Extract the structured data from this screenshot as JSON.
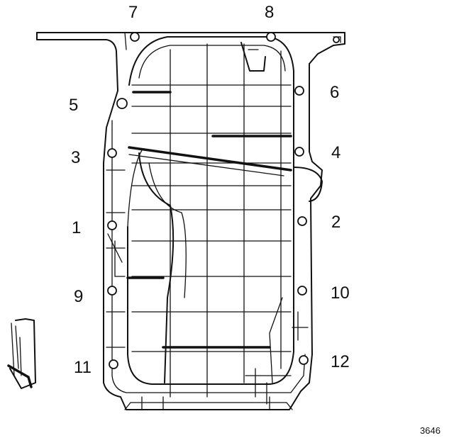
{
  "callouts": {
    "c1": "1",
    "c2": "2",
    "c3": "3",
    "c4": "4",
    "c5": "5",
    "c6": "6",
    "c7": "7",
    "c8": "8",
    "c9": "9",
    "c10": "10",
    "c11": "11",
    "c12": "12"
  },
  "reference_number": "3646"
}
